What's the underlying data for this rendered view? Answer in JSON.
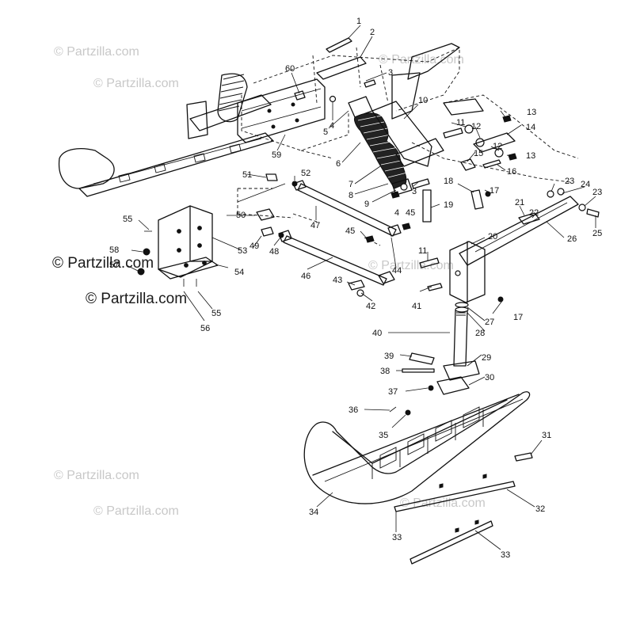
{
  "watermarks": {
    "faint": "© Partzilla.com",
    "main": "© Partzilla.com"
  },
  "callouts": [
    "1",
    "2",
    "3",
    "3",
    "4",
    "4",
    "5",
    "6",
    "7",
    "8",
    "9",
    "10",
    "11",
    "11",
    "12",
    "12",
    "13",
    "13",
    "14",
    "15",
    "16",
    "17",
    "17",
    "18",
    "19",
    "20",
    "21",
    "22",
    "23",
    "23",
    "24",
    "25",
    "26",
    "27",
    "28",
    "29",
    "30",
    "31",
    "32",
    "33",
    "33",
    "34",
    "35",
    "36",
    "37",
    "38",
    "39",
    "40",
    "41",
    "42",
    "43",
    "44",
    "45",
    "45",
    "46",
    "47",
    "48",
    "49",
    "50",
    "51",
    "52",
    "53",
    "54",
    "55",
    "55",
    "56",
    "57",
    "58",
    "59",
    "60"
  ],
  "colors": {
    "ink": "#111111",
    "watermark": "#c8c8c8",
    "background": "#ffffff"
  }
}
